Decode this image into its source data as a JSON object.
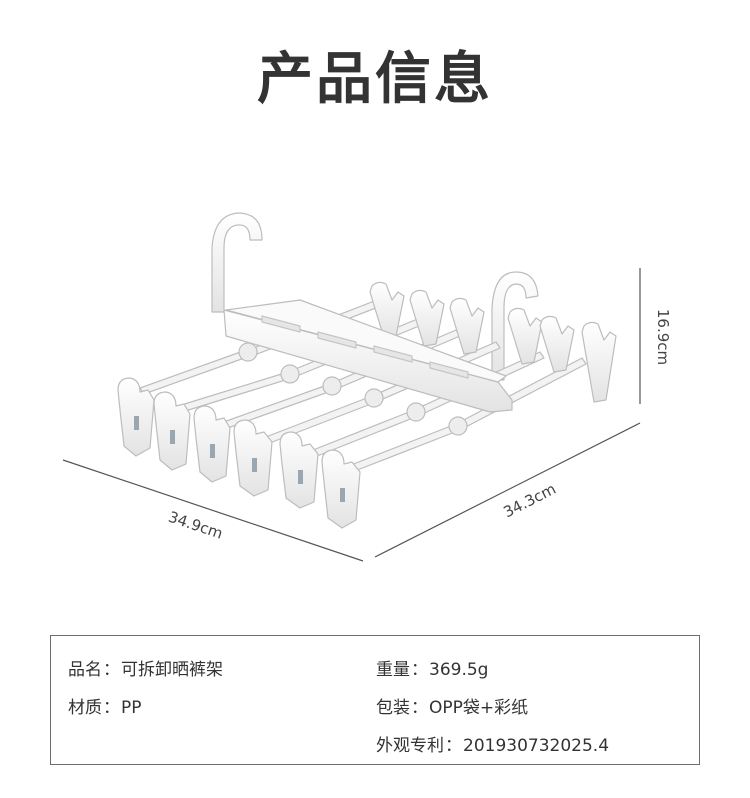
{
  "header": {
    "title": "产品信息"
  },
  "dimensions": {
    "width": "34.9cm",
    "depth": "34.3cm",
    "height": "16.9cm"
  },
  "product_image": {
    "name": "clip-hanger-photo"
  },
  "info": {
    "separator": "：",
    "left": [
      {
        "label": "品名",
        "value": "可拆卸晒裤架"
      },
      {
        "label": "材质",
        "value": "PP"
      }
    ],
    "right": [
      {
        "label": "重量",
        "value": "369.5g"
      },
      {
        "label": "包装",
        "value": "OPP袋+彩纸"
      },
      {
        "label": "外观专利",
        "value": "201930732025.4"
      }
    ]
  },
  "colors": {
    "text": "#333333",
    "line": "#6e6e6e",
    "product": "#f5f5f5"
  }
}
